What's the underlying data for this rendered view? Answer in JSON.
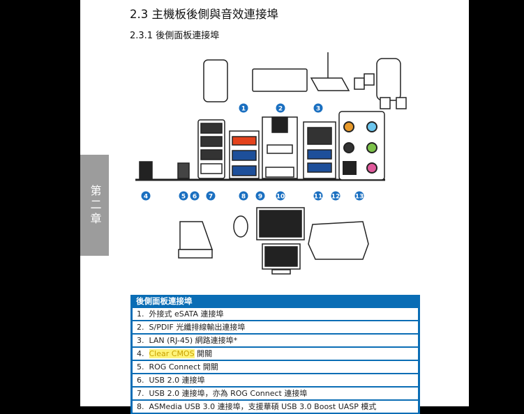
{
  "section_title": "2.3 主機板後側與音效連接埠",
  "subsection_title": "2.3.1 後側面板連接埠",
  "side_tab": "第二章",
  "diagram": {
    "callouts": [
      "1",
      "2",
      "3",
      "4",
      "5",
      "6",
      "7",
      "8",
      "9",
      "10",
      "11",
      "12",
      "13"
    ]
  },
  "table": {
    "header": "後側面板連接埠",
    "rows": [
      {
        "num": "1.",
        "text": "外接式 eSATA 連接埠"
      },
      {
        "num": "2.",
        "text": "S/PDIF 光纖排線輸出連接埠"
      },
      {
        "num": "3.",
        "text": "LAN (RJ-45) 網路連接埠*"
      },
      {
        "num": "4.",
        "highlight": "Clear CMOS",
        "text": " 開關"
      },
      {
        "num": "5.",
        "text": "ROG Connect 開關"
      },
      {
        "num": "6.",
        "text": "USB 2.0 連接埠"
      },
      {
        "num": "7.",
        "text": "USB 2.0 連接埠，亦為 ROG Connect 連接埠"
      },
      {
        "num": "8.",
        "text": "ASMedia USB 3.0 連接埠，支援華碩 USB 3.0 Boost UASP 模式"
      }
    ]
  },
  "colors": {
    "table_header": "#0a6db5",
    "callout": "#1a6fc0",
    "highlight": "#fff47a"
  }
}
